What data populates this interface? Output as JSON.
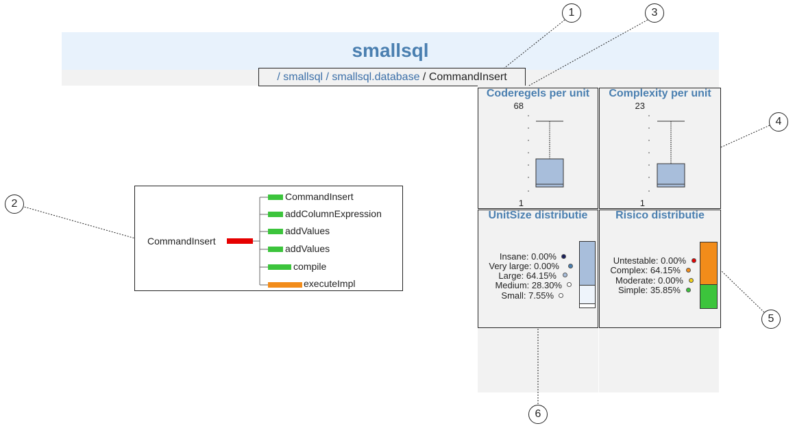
{
  "header": {
    "title": "smallsql"
  },
  "breadcrumb": {
    "items": [
      "smallsql",
      "smallsql.database"
    ],
    "current": "CommandInsert",
    "separator": "/"
  },
  "tree": {
    "root": "CommandInsert",
    "root_color": "#e60000",
    "children": [
      {
        "label": "CommandInsert",
        "color": "#3cc43c"
      },
      {
        "label": "addColumnExpression",
        "color": "#3cc43c"
      },
      {
        "label": "addValues",
        "color": "#3cc43c"
      },
      {
        "label": "addValues",
        "color": "#3cc43c"
      },
      {
        "label": "compile",
        "color": "#3cc43c"
      },
      {
        "label": "executeImpl",
        "color": "#f28c1a"
      }
    ]
  },
  "panels": {
    "code_lines": {
      "title": "Coderegels per unit",
      "max_label": "68",
      "min_label": "1"
    },
    "complexity": {
      "title": "Complexity per unit",
      "max_label": "23",
      "min_label": "1"
    },
    "unitsize": {
      "title": "UnitSize distributie",
      "items": [
        {
          "label": "Insane: 0.00%",
          "color": "#1a1f5c"
        },
        {
          "label": "Very large: 0.00%",
          "color": "#4a7fb0"
        },
        {
          "label": "Large: 64.15%",
          "color": "#a8bedb"
        },
        {
          "label": "Medium: 28.30%",
          "color": "#eef4fb"
        },
        {
          "label": "Small: 7.55%",
          "color": "#ffffff"
        }
      ]
    },
    "risk": {
      "title": "Risico distributie",
      "items": [
        {
          "label": "Untestable: 0.00%",
          "color": "#e60000"
        },
        {
          "label": "Complex: 64.15%",
          "color": "#f28c1a"
        },
        {
          "label": "Moderate: 0.00%",
          "color": "#f2d21a"
        },
        {
          "label": "Simple: 35.85%",
          "color": "#3cc43c"
        }
      ]
    }
  },
  "callouts": [
    "1",
    "2",
    "3",
    "4",
    "5",
    "6"
  ]
}
